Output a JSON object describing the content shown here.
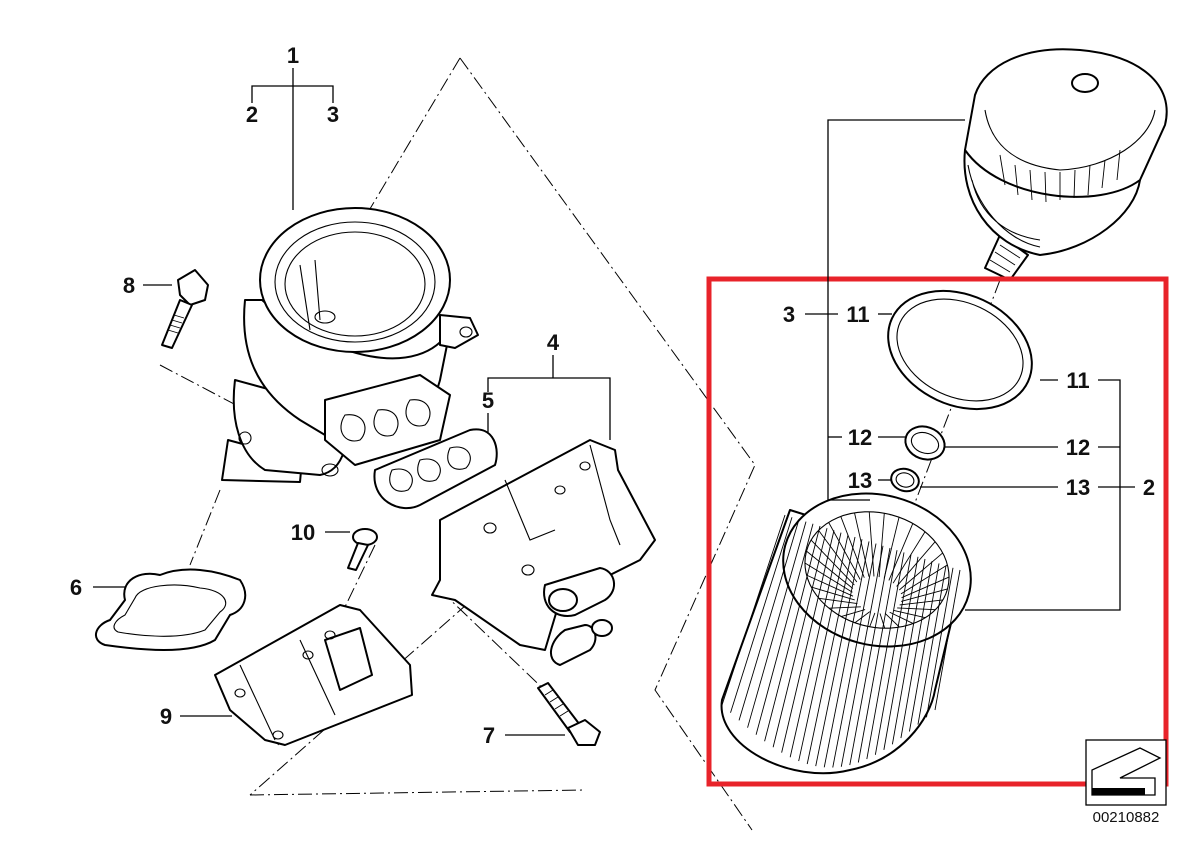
{
  "callouts": {
    "c1": "1",
    "c2_top": "2",
    "c3_top": "3",
    "c4": "4",
    "c5": "5",
    "c6": "6",
    "c7": "7",
    "c8": "8",
    "c9": "9",
    "c10": "10",
    "c3_right": "3",
    "c11_ring_left": "11",
    "c11_ring_right": "11",
    "c12_left": "12",
    "c12_right": "12",
    "c13_left": "13",
    "c13_right": "13",
    "c2_right": "2"
  },
  "doc_id": "00210882",
  "highlight_color": "#e8232a"
}
